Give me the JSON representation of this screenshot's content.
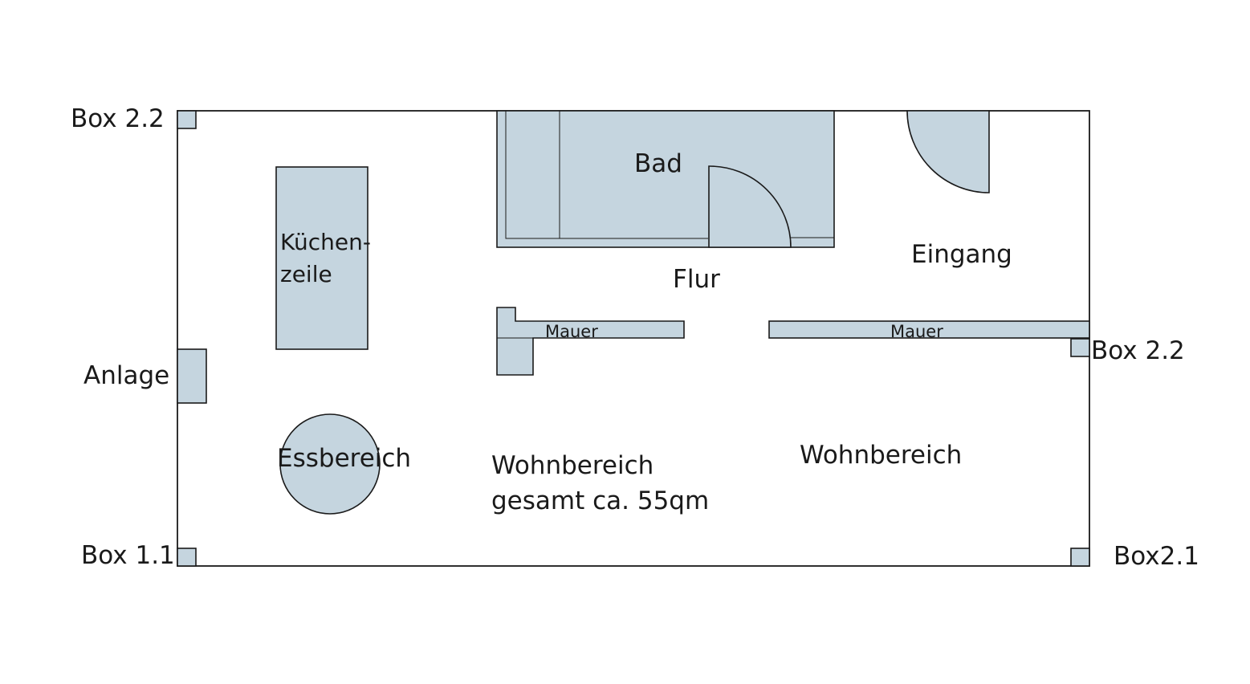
{
  "colors": {
    "furniture_fill": "#c5d5df",
    "line": "#1a1a1a",
    "background": "#ffffff"
  },
  "labels": {
    "box_top_left": "Box 2.2",
    "box_right_middle": "Box 2.2",
    "box_bottom_left": "Box 1.1",
    "box_bottom_right": "Box2.1",
    "anlage": "Anlage",
    "kitchen_line1": "Küchen-",
    "kitchen_line2": "zeile",
    "bad": "Bad",
    "flur": "Flur",
    "eingang": "Eingang",
    "mauer_left": "Mauer",
    "mauer_right": "Mauer",
    "essbereich": "Essbereich",
    "wohnbereich_left_line1": "Wohnbereich",
    "wohnbereich_left_line2": "gesamt ca. 55qm",
    "wohnbereich_right": "Wohnbereich"
  }
}
